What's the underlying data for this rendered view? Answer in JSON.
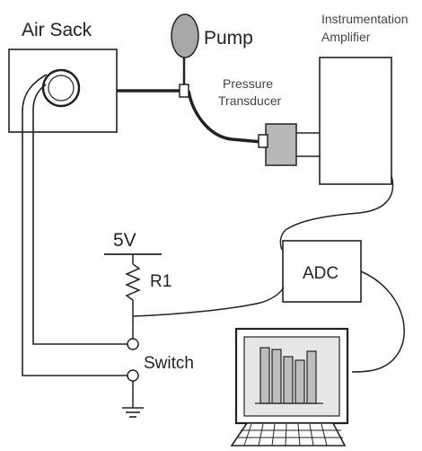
{
  "labels": {
    "air_sack": "Air Sack",
    "pump": "Pump",
    "pressure_transducer_line1": "Pressure",
    "pressure_transducer_line2": "Transducer",
    "instrumentation_amplifier_line1": "Instrumentation",
    "instrumentation_amplifier_line2": "Amplifier",
    "supply_voltage": "5V",
    "resistor": "R1",
    "adc": "ADC",
    "switch": "Switch"
  },
  "icons": {
    "pump": "pump-bulb-icon",
    "resistor": "resistor-icon",
    "ground": "ground-icon",
    "computer": "computer-icon"
  },
  "colors": {
    "line": "#222222",
    "pump_fill": "#a8a8a8",
    "transducer_fill": "#b8b8b8",
    "screen_fill": "#e6e6e6",
    "bar_fill": "#bdbdbd"
  }
}
